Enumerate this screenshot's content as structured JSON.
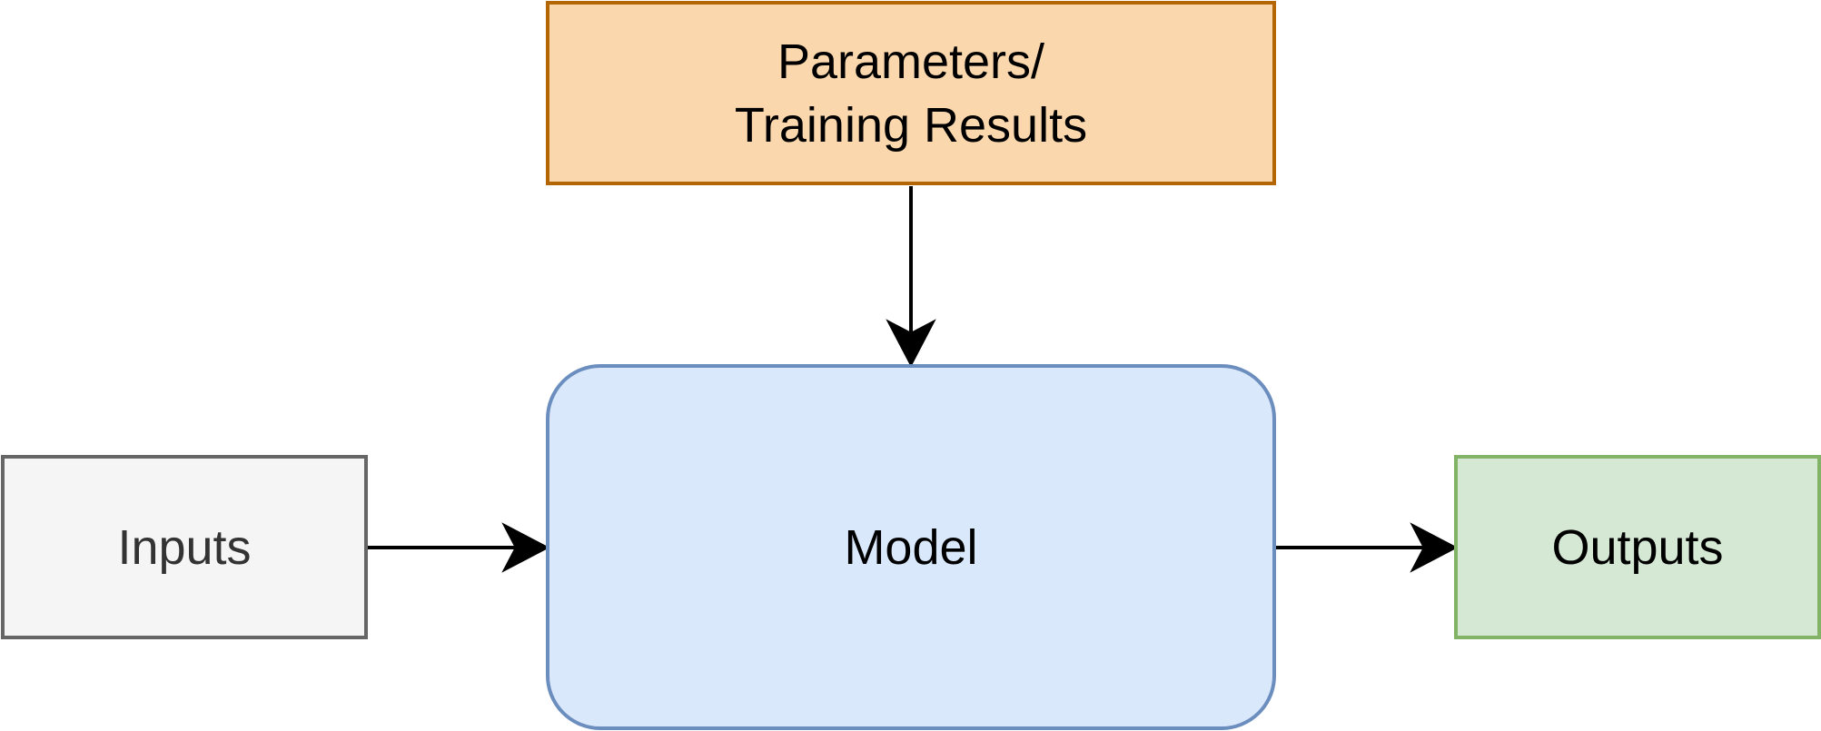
{
  "diagram": {
    "nodes": {
      "params": {
        "line1": "Parameters/",
        "line2": "Training Results",
        "fill": "#fad7ac",
        "stroke": "#b46504"
      },
      "model": {
        "label": "Model",
        "fill": "#dae8fc",
        "stroke": "#6c8ebf"
      },
      "inputs": {
        "label": "Inputs",
        "fill": "#f5f5f5",
        "stroke": "#666666"
      },
      "outputs": {
        "label": "Outputs",
        "fill": "#d5e8d4",
        "stroke": "#82b366"
      }
    },
    "edges": [
      {
        "from": "params",
        "to": "model"
      },
      {
        "from": "inputs",
        "to": "model"
      },
      {
        "from": "model",
        "to": "outputs"
      }
    ],
    "edge_color": "#000000"
  }
}
